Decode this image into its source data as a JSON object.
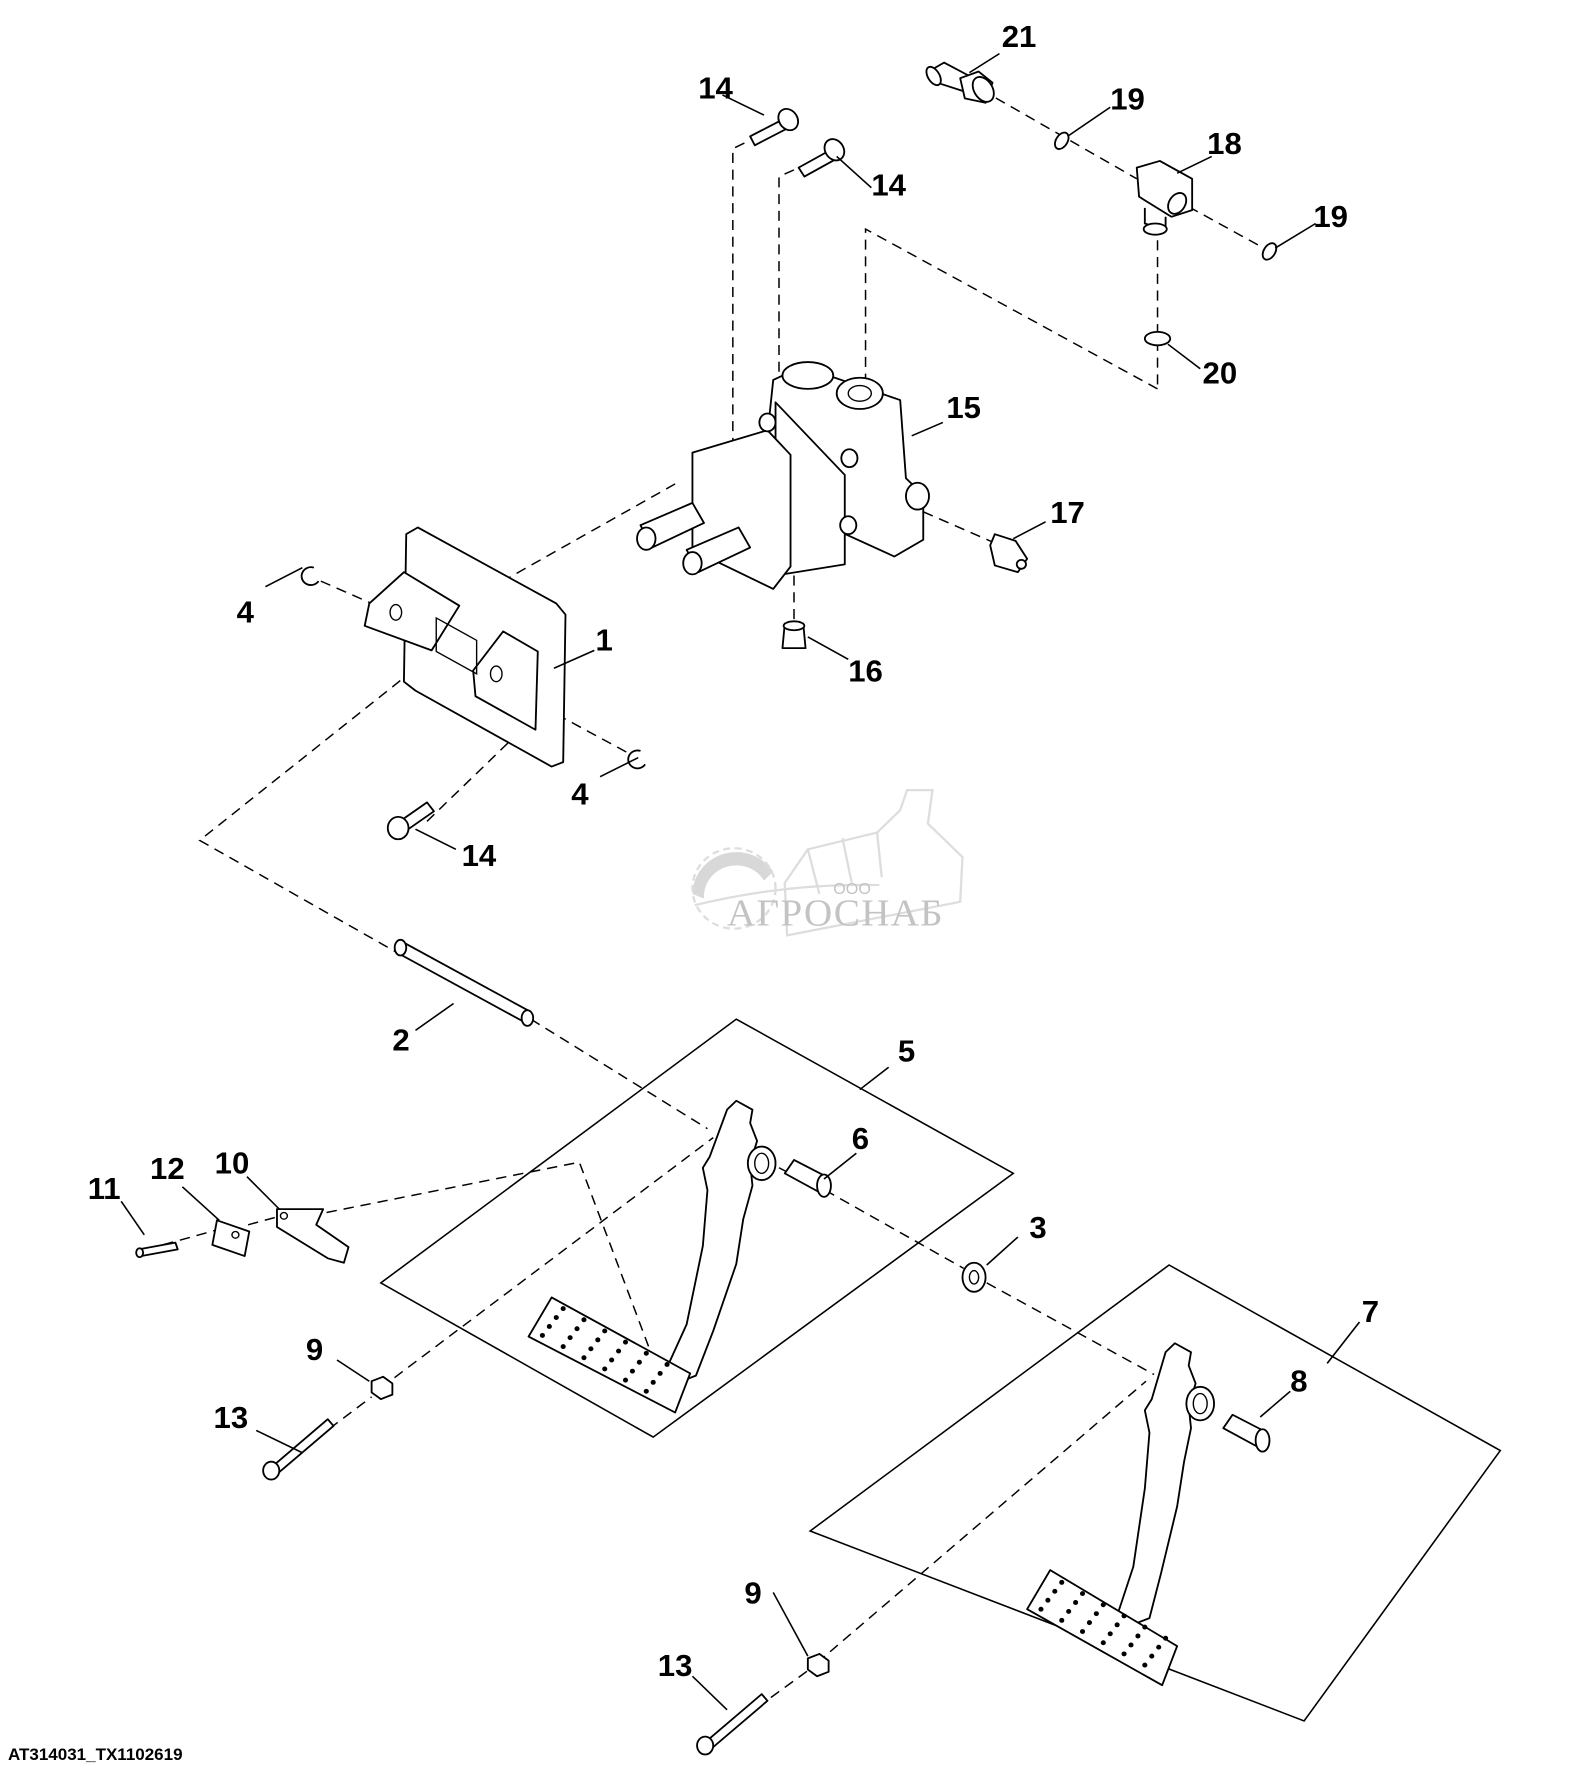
{
  "diagram": {
    "caption": "AT314031_TX1102619",
    "watermark": {
      "prefix": "ООО",
      "brand": "АГРОСНАБ"
    },
    "callouts": [
      {
        "id": "21",
        "part": "fitting"
      },
      {
        "id": "19",
        "part": "o-ring"
      },
      {
        "id": "18",
        "part": "elbow-fitting"
      },
      {
        "id": "19",
        "part": "o-ring"
      },
      {
        "id": "20",
        "part": "o-ring"
      },
      {
        "id": "14",
        "part": "cap-screw"
      },
      {
        "id": "14",
        "part": "cap-screw"
      },
      {
        "id": "15",
        "part": "brake-valve"
      },
      {
        "id": "17",
        "part": "cap"
      },
      {
        "id": "16",
        "part": "fitting"
      },
      {
        "id": "4",
        "part": "retaining-ring"
      },
      {
        "id": "1",
        "part": "bracket"
      },
      {
        "id": "4",
        "part": "retaining-ring"
      },
      {
        "id": "14",
        "part": "cap-screw"
      },
      {
        "id": "2",
        "part": "shaft"
      },
      {
        "id": "5",
        "part": "pedal-assembly"
      },
      {
        "id": "6",
        "part": "bushing"
      },
      {
        "id": "3",
        "part": "washer"
      },
      {
        "id": "11",
        "part": "pin"
      },
      {
        "id": "12",
        "part": "clip"
      },
      {
        "id": "10",
        "part": "lever"
      },
      {
        "id": "9",
        "part": "nut"
      },
      {
        "id": "13",
        "part": "cap-screw"
      },
      {
        "id": "7",
        "part": "pedal-assembly"
      },
      {
        "id": "8",
        "part": "bushing"
      },
      {
        "id": "9",
        "part": "nut"
      },
      {
        "id": "13",
        "part": "cap-screw"
      }
    ]
  }
}
